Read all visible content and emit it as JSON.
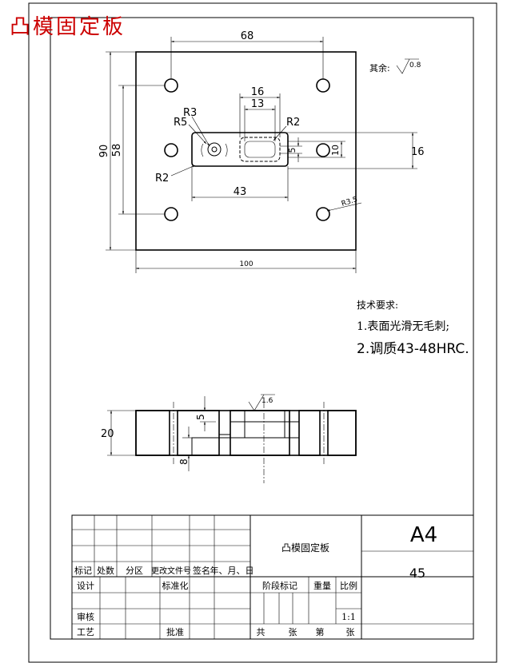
{
  "header": {
    "title": "凸模固定板",
    "title_color": "#cc0000"
  },
  "top_view": {
    "dims": {
      "width_68": "68",
      "height_90": "90",
      "height_58": "58",
      "w16": "16",
      "w13": "13",
      "r3": "R3",
      "r5": "R5",
      "r2_right": "R2",
      "r2_left": "R2",
      "h5": "5",
      "h10": "10",
      "h16": "16",
      "w43": "43",
      "w100": "100",
      "r35": "R3.5"
    },
    "roughness_note": {
      "prefix": "其余:",
      "value": "0.8"
    }
  },
  "requirements": {
    "heading": "技术要求:",
    "item1": "1.表面光滑无毛刺;",
    "item2": "2.调质43-48HRC."
  },
  "section_view": {
    "dims": {
      "h20": "20",
      "h5": "5",
      "h8": "8",
      "roughness": "1.6"
    }
  },
  "title_block": {
    "part_name": "凸模固定板",
    "sheet_size": "A4",
    "material": "45",
    "row_labels": [
      "标记",
      "处数",
      "分区",
      "更改文件号",
      "签名",
      "年、月、日"
    ],
    "design": "设计",
    "standardize": "标准化",
    "review": "审核",
    "process": "工艺",
    "approve": "批准",
    "stage_mark": "阶段标记",
    "weight": "重量",
    "scale_label": "比例",
    "scale": "1:1",
    "total": "共",
    "sheets1": "张",
    "sheet_no": "第",
    "sheets2": "张"
  }
}
